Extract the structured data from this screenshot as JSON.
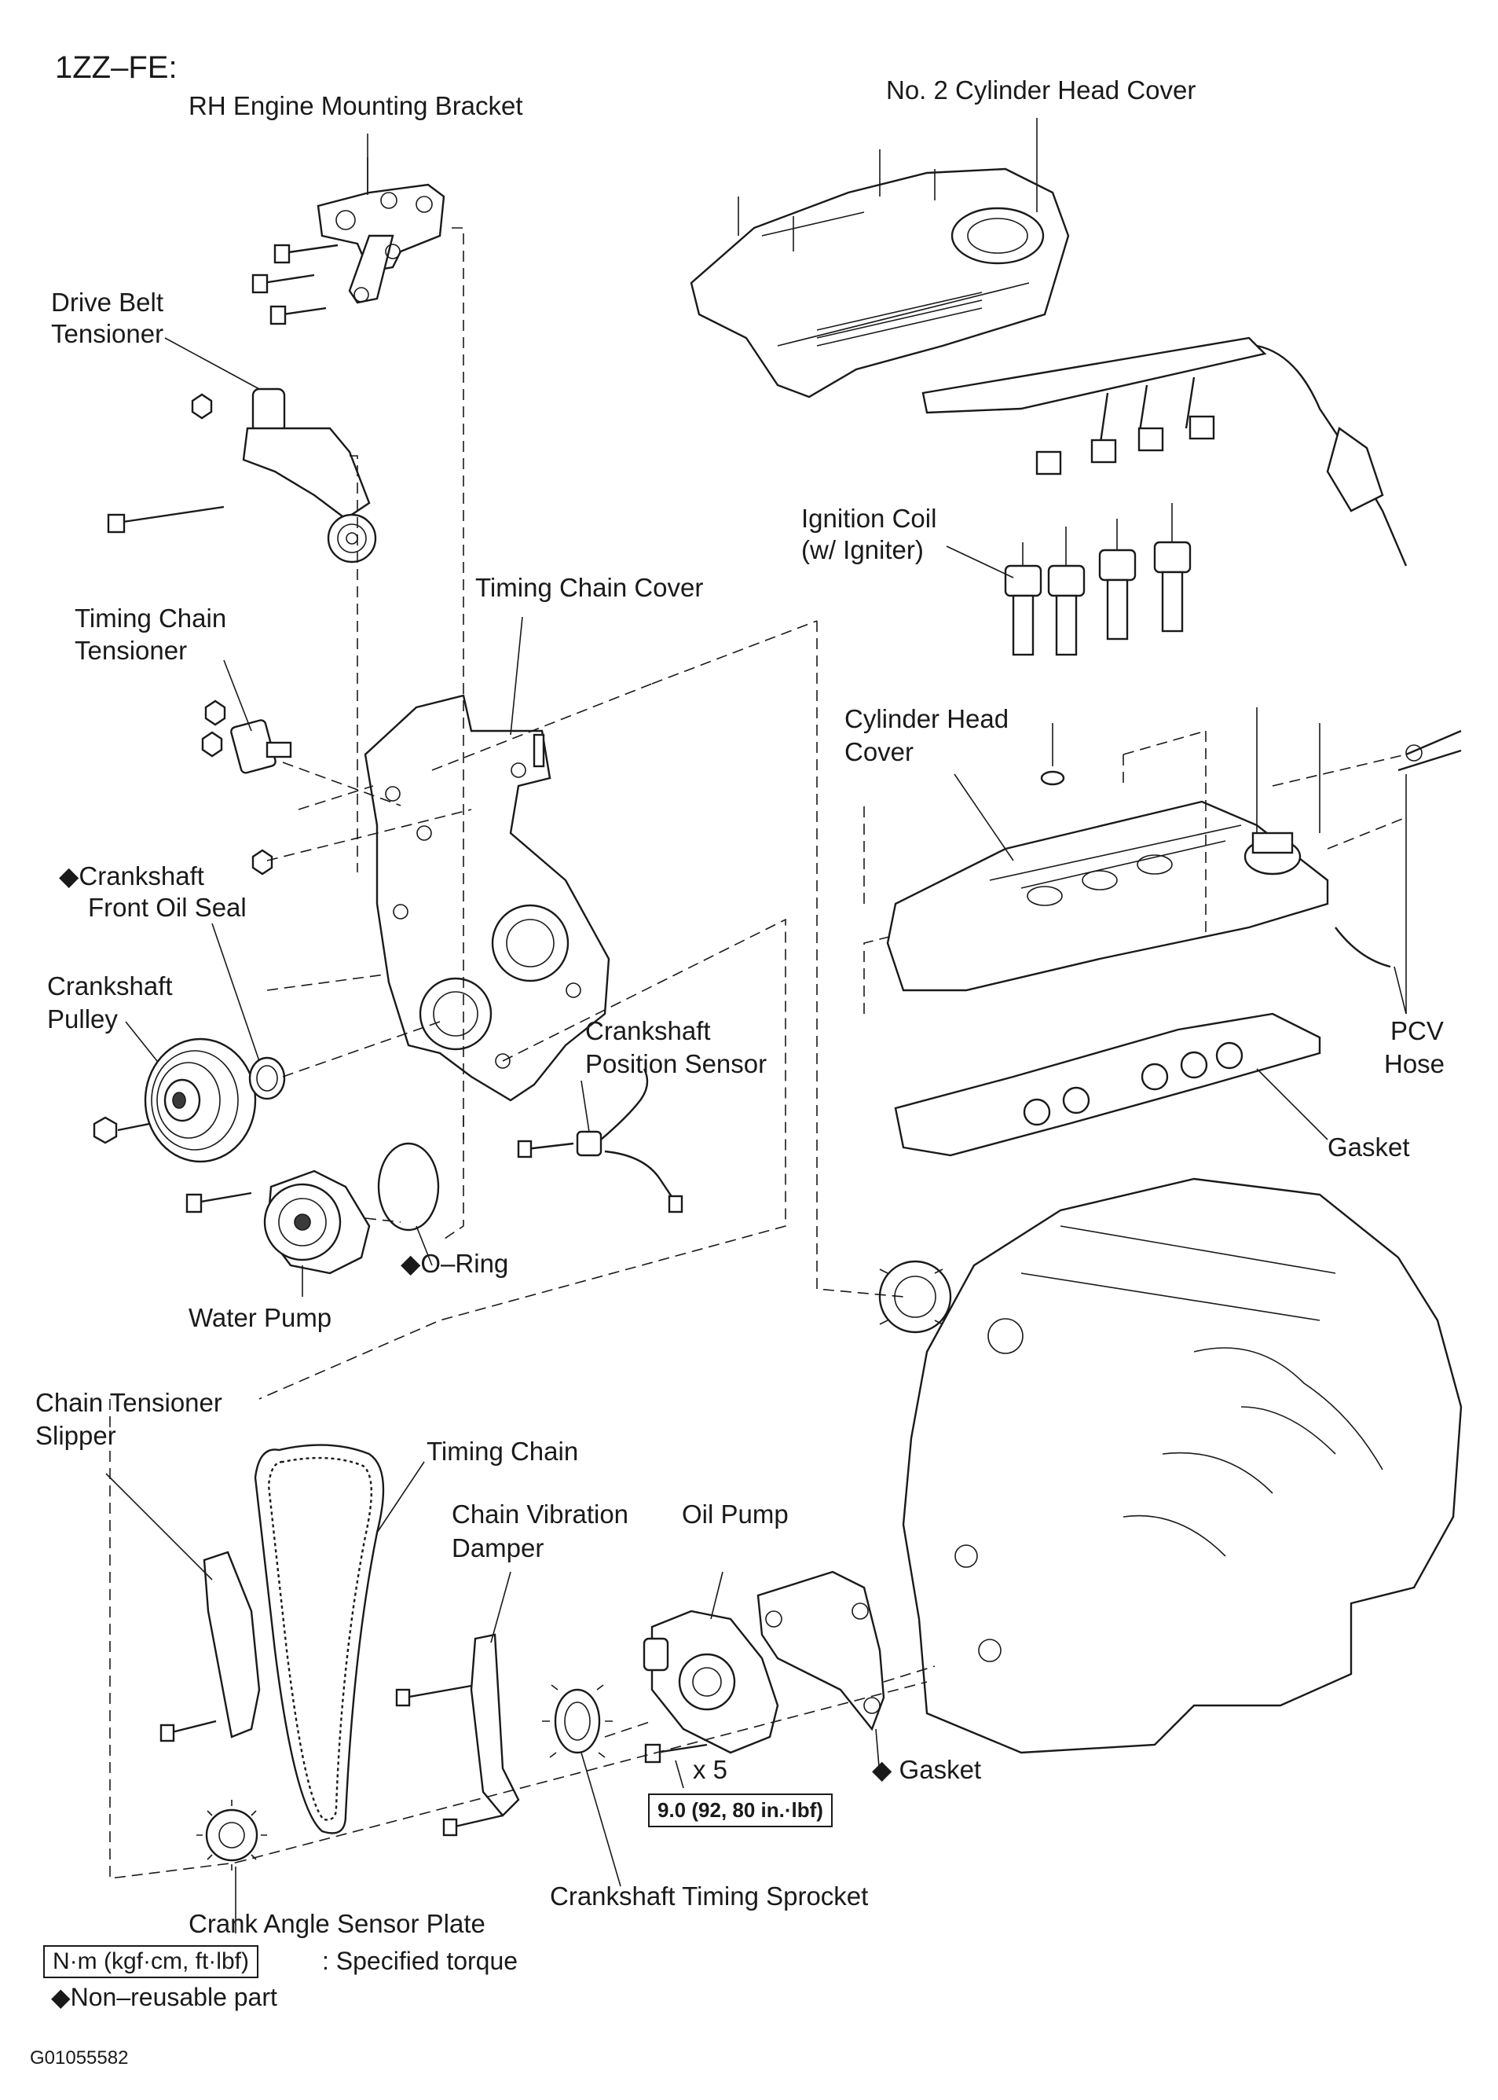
{
  "engine_code": "1ZZ–FE:",
  "labels": {
    "rh_mount": "RH Engine Mounting Bracket",
    "head_cover_no2": "No. 2 Cylinder Head Cover",
    "belt_tensioner_1": "Drive Belt",
    "belt_tensioner_2": "Tensioner",
    "ignition_coil_1": "Ignition Coil",
    "ignition_coil_2": "(w/ Igniter)",
    "timing_cover": "Timing Chain Cover",
    "chain_tensioner_1": "Timing Chain",
    "chain_tensioner_2": "Tensioner",
    "head_cover_1": "Cylinder Head",
    "head_cover_2": "Cover",
    "oil_seal_1": "◆Crankshaft",
    "oil_seal_2": "Front Oil Seal",
    "crank_pulley_1": "Crankshaft",
    "crank_pulley_2": "Pulley",
    "crank_sensor_1": "Crankshaft",
    "crank_sensor_2": "Position Sensor",
    "pcv_1": "PCV",
    "pcv_2": "Hose",
    "gasket_cover": "Gasket",
    "oring": "◆O–Ring",
    "water_pump": "Water Pump",
    "slipper_1": "Chain Tensioner",
    "slipper_2": "Slipper",
    "timing_chain": "Timing Chain",
    "damper_1": "Chain Vibration",
    "damper_2": "Damper",
    "oil_pump": "Oil Pump",
    "bolt_count": "x 5",
    "gasket_pump": "◆ Gasket",
    "torque_value": "9.0 (92, 80 in.·lbf)",
    "crank_angle_plate": "Crank Angle Sensor Plate",
    "crank_sprocket": "Crankshaft Timing Sprocket"
  },
  "legend": {
    "torque_unit": "N·m (kgf·cm, ft·lbf)",
    "torque_text": ": Specified torque",
    "nonreusable": "◆Non–reusable part"
  },
  "figure_code": "G01055582"
}
